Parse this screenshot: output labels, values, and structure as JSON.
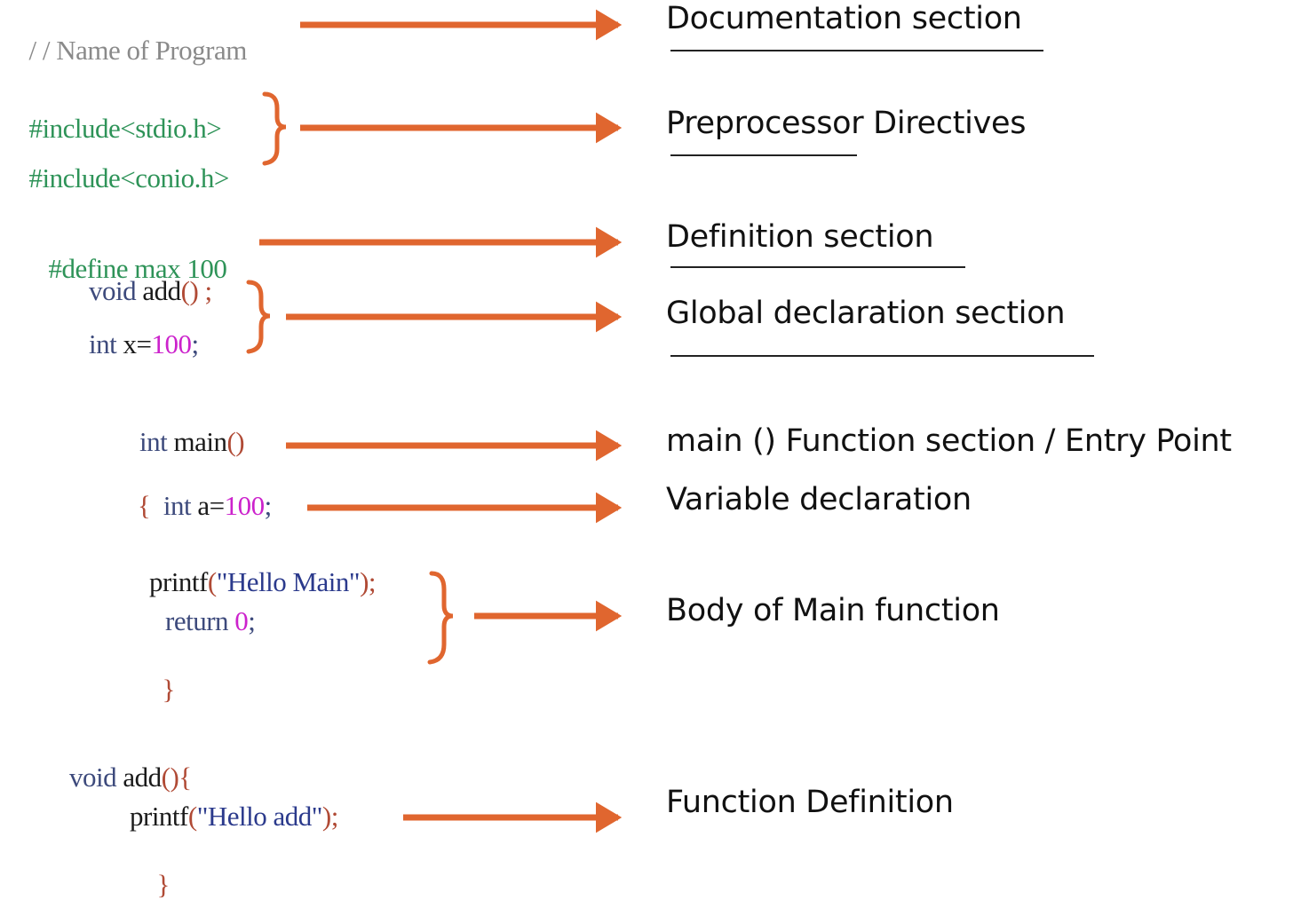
{
  "colors": {
    "arrow": "#e0662f",
    "comment": "#8a8a8a",
    "preprocessor": "#2e9358",
    "keyword": "#3d4a7c",
    "identifier": "#1a1a1a",
    "number": "#cc22cc",
    "string": "#2b3a8c",
    "punctuation": "#b04a35",
    "label": "#111111"
  },
  "code": {
    "comment": "/ / Name of Program",
    "include1": "#include<stdio.h>",
    "include2": "#include<conio.h>",
    "define": "#define max 100",
    "proto_kw": "void",
    "proto_name": "add",
    "proto_tail": "() ;",
    "global_kw": "int",
    "global_var": "x=",
    "global_val": "100",
    "global_semi": ";",
    "main_kw": "int",
    "main_name": "main",
    "main_parens": "()",
    "brace_open": "{",
    "var_kw": "int",
    "var_name": "a=",
    "var_val": "100",
    "var_semi": ";",
    "printf_name": "printf",
    "printf_open": "(",
    "printf_str": "\"Hello Main\"",
    "printf_close": ");",
    "return_kw": "return",
    "return_val": "0",
    "return_semi": ";",
    "brace_close": "}",
    "def_kw": "void",
    "def_name": "add",
    "def_tail": "(){",
    "def_printf": "printf",
    "def_open": "(",
    "def_str": "\"Hello add\"",
    "def_close": ");",
    "def_brace_close": "}"
  },
  "labels": {
    "documentation": "Documentation section",
    "preprocessor": "Preprocessor Directives",
    "definition": "Definition section",
    "global": "Global declaration section",
    "main_fn": "main () Function section / Entry Point",
    "variable": "Variable declaration",
    "body": "Body of Main function",
    "function_def": "Function Definition"
  }
}
